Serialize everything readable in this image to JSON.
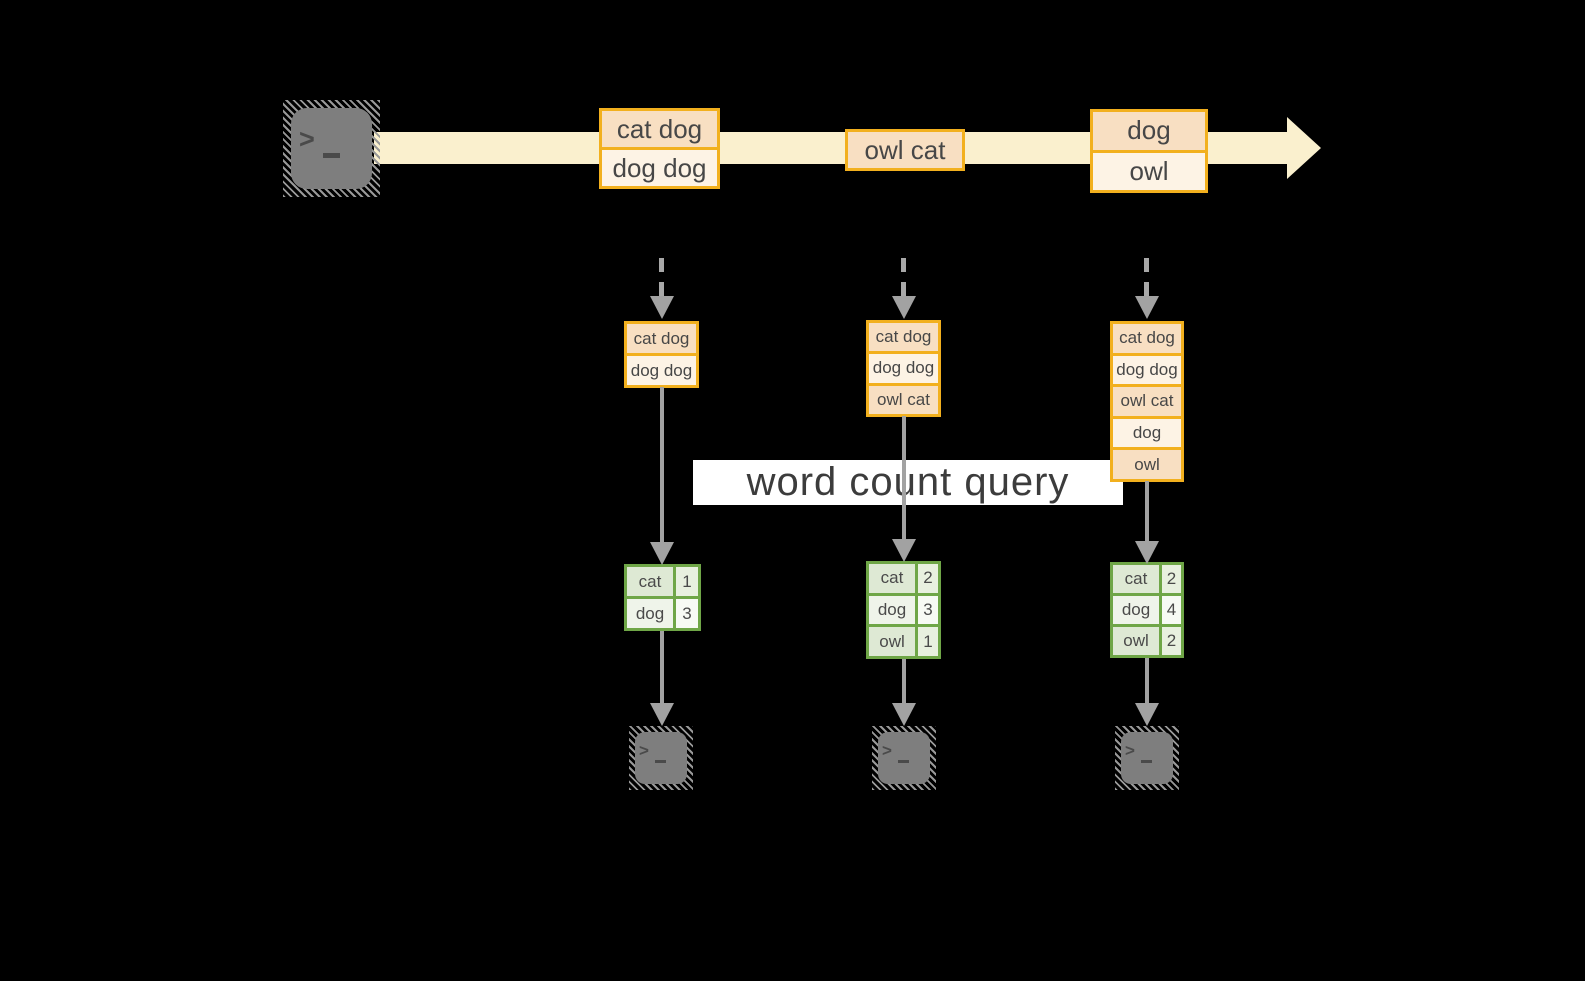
{
  "labels": {
    "query": "word count query"
  },
  "icons": {
    "prompt_glyph": ">"
  },
  "colors": {
    "background": "#000000",
    "stream_band": "#FAF0CE",
    "box_border": "#F2B01E",
    "row_peach": "#F8DFC2",
    "row_cream": "#FDF3E5",
    "table_border": "#6FA647",
    "cell_sage": "#DEE9D4",
    "cell_light": "#EFF4EA",
    "arrow_gray": "#A2A2A2",
    "terminal_gray": "#7E7E7E",
    "text": "#474747"
  },
  "timeline": {
    "boxes": [
      {
        "rows": [
          "cat dog",
          "dog dog"
        ]
      },
      {
        "rows": [
          "owl cat"
        ]
      },
      {
        "rows": [
          "dog",
          "owl"
        ]
      }
    ]
  },
  "columns": [
    {
      "stack": [
        "cat dog",
        "dog dog"
      ],
      "table": [
        [
          "cat",
          "1"
        ],
        [
          "dog",
          "3"
        ]
      ]
    },
    {
      "stack": [
        "cat dog",
        "dog dog",
        "owl cat"
      ],
      "table": [
        [
          "cat",
          "2"
        ],
        [
          "dog",
          "3"
        ],
        [
          "owl",
          "1"
        ]
      ]
    },
    {
      "stack": [
        "cat dog",
        "dog dog",
        "owl cat",
        "dog",
        "owl"
      ],
      "table": [
        [
          "cat",
          "2"
        ],
        [
          "dog",
          "4"
        ],
        [
          "owl",
          "2"
        ]
      ]
    }
  ]
}
